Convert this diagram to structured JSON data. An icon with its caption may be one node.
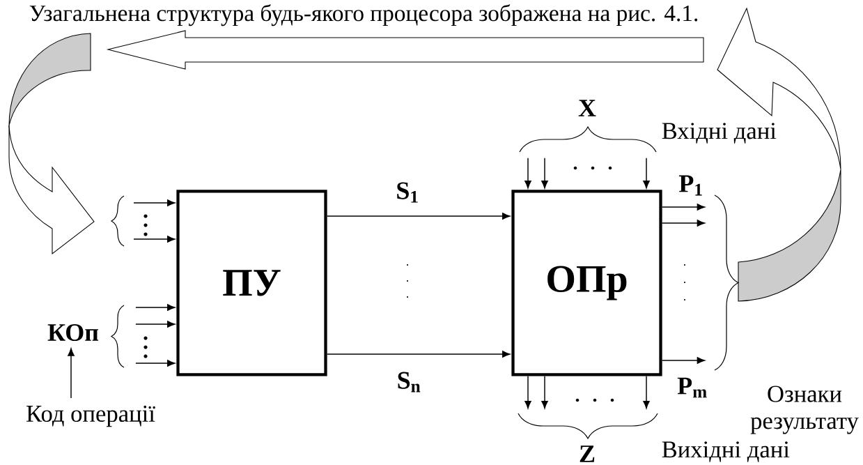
{
  "diagram": {
    "nodes": [
      {
        "text": [
          "ПУ"
        ]
      },
      {
        "text": [
          "ОПр"
        ]
      },
      {
        "text": [
          "КОп"
        ]
      },
      {
        "text": [
          "Код операції"
        ]
      },
      {
        "text": [
          "X"
        ]
      },
      {
        "text": [
          "Z"
        ]
      }
    ],
    "edges": [
      {
        "from": 0,
        "to": 1,
        "arrow": "to",
        "label": "S$_{1}$"
      },
      {
        "from": 0,
        "to": 1,
        "arrow": "to",
        "label": "S$_{n}$"
      },
      {
        "from": null,
        "to": 0,
        "arrow": "to"
      },
      {
        "from": null,
        "to": 0,
        "arrow": "to"
      },
      {
        "from": 2,
        "to": 0,
        "arrow": "to"
      },
      {
        "from": 2,
        "to": 0,
        "arrow": "to"
      },
      {
        "from": 2,
        "to": 0,
        "arrow": "to"
      },
      {
        "from": 4,
        "to": 1,
        "arrow": "to"
      },
      {
        "from": 4,
        "to": 1,
        "arrow": "to"
      },
      {
        "from": 4,
        "to": 1,
        "arrow": "to"
      },
      {
        "from": 1,
        "to": 5,
        "arrow": "to"
      },
      {
        "from": 1,
        "to": 5,
        "arrow": "to"
      },
      {
        "from": 1,
        "to": 5,
        "arrow": "to"
      },
      {
        "from": 1,
        "to": null,
        "arrow": "to",
        "label": "P$_{1}$"
      },
      {
        "from": 1,
        "to": null,
        "arrow": "to"
      },
      {
        "from": 1,
        "to": null,
        "arrow": "to",
        "label": "P$_{m}$"
      },
      {
        "from": 3,
        "to": 2,
        "arrow": "to"
      }
    ],
    "labels": [
      "Узагальнена структура будь-якого процесора зображена на рис. 4.1.",
      "Вхідні дані",
      "Ознаки результату",
      "Вихідні дані"
    ]
  }
}
